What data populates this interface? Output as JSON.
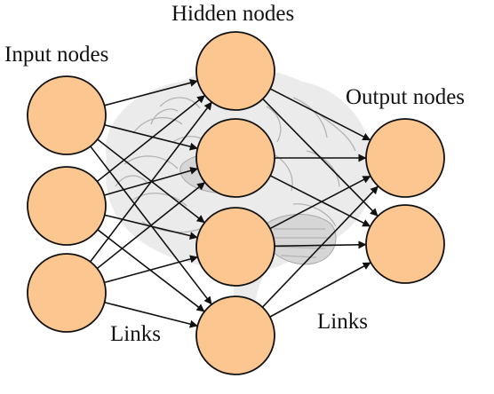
{
  "labels": {
    "input": "Input nodes",
    "hidden": "Hidden nodes",
    "output": "Output nodes",
    "links_left": "Links",
    "links_right": "Links"
  },
  "colors": {
    "node_fill": "#fbc690",
    "node_stroke": "#111111",
    "brain": "#ebebeb"
  },
  "layers": {
    "input": 3,
    "hidden": 4,
    "output": 2
  },
  "connectivity": "fully-connected between adjacent layers"
}
